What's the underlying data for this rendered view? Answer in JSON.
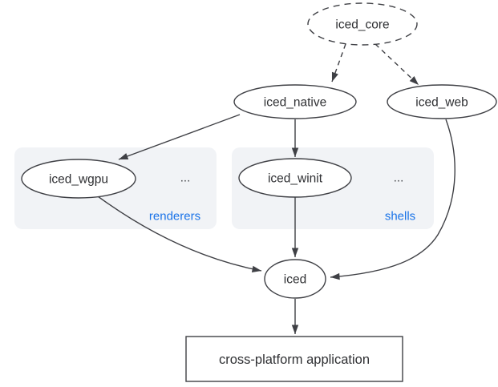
{
  "diagram": {
    "colors": {
      "stroke": "#3f4045",
      "text": "#2f3033",
      "group_fill": "#f1f3f6",
      "group_label_blue": "#1a73e8",
      "node_fill": "#ffffff",
      "background": "#ffffff"
    },
    "nodes": {
      "iced_core": "iced_core",
      "iced_native": "iced_native",
      "iced_web": "iced_web",
      "iced_wgpu": "iced_wgpu",
      "iced_winit": "iced_winit",
      "iced": "iced",
      "application": "cross-platform application"
    },
    "groups": {
      "renderers": {
        "label": "renderers",
        "ellipsis": "..."
      },
      "shells": {
        "label": "shells",
        "ellipsis": "..."
      }
    },
    "edges": [
      {
        "from": "iced_core",
        "to": "iced_native",
        "style": "dashed"
      },
      {
        "from": "iced_core",
        "to": "iced_web",
        "style": "dashed"
      },
      {
        "from": "iced_native",
        "to": "iced_wgpu",
        "style": "solid"
      },
      {
        "from": "iced_native",
        "to": "iced_winit",
        "style": "solid"
      },
      {
        "from": "iced_wgpu",
        "to": "iced",
        "style": "solid"
      },
      {
        "from": "iced_winit",
        "to": "iced",
        "style": "solid"
      },
      {
        "from": "iced_web",
        "to": "iced",
        "style": "solid"
      },
      {
        "from": "iced",
        "to": "application",
        "style": "solid"
      }
    ]
  }
}
